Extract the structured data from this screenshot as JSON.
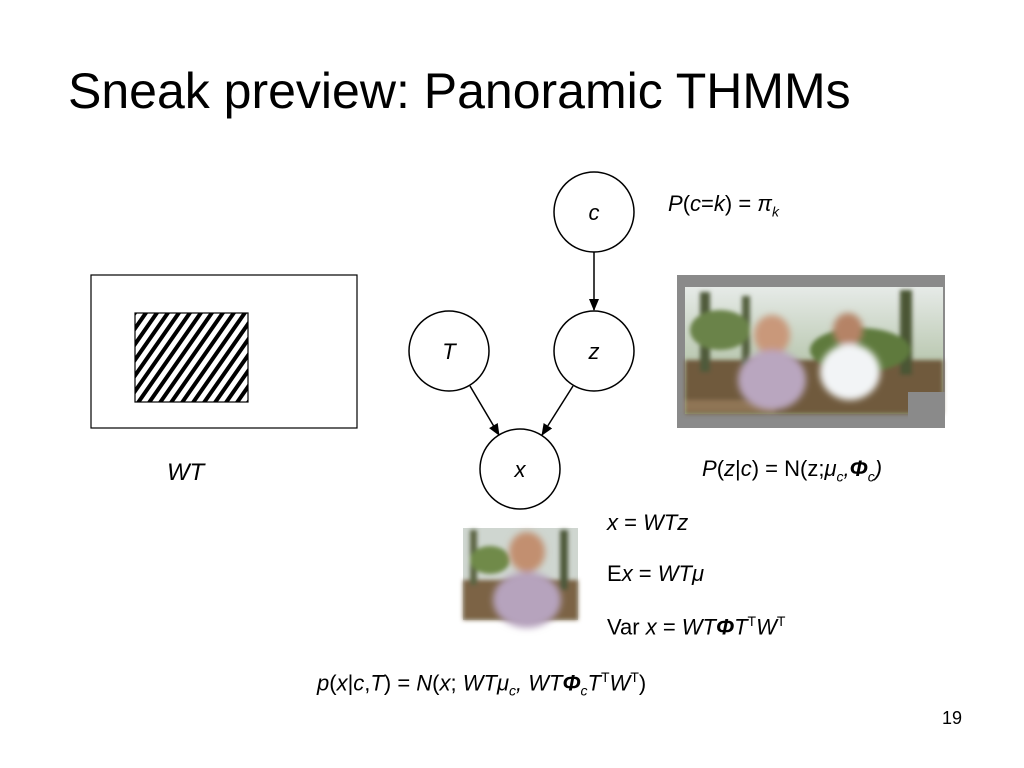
{
  "slide": {
    "title": "Sneak preview: Panoramic THMMs",
    "page_number": "19"
  },
  "diagram": {
    "nodes": [
      {
        "id": "c",
        "label": "c"
      },
      {
        "id": "T",
        "label": "T"
      },
      {
        "id": "z",
        "label": "z"
      },
      {
        "id": "x",
        "label": "x"
      }
    ],
    "edges": [
      {
        "from": "c",
        "to": "z"
      },
      {
        "from": "T",
        "to": "x"
      },
      {
        "from": "z",
        "to": "x"
      }
    ],
    "window_label": "WT"
  },
  "equations": {
    "prior_c": {
      "P": "P",
      "lp": "(",
      "c": "c",
      "eq": "=",
      "k": "k",
      "rp": ")",
      "assign": " = ",
      "pi": "π",
      "k_sub": "k"
    },
    "prior_z": {
      "P": "P",
      "lp": "(",
      "z": "z",
      "bar": "|",
      "c": "c",
      "rp": ")",
      "assign": " = ",
      "N": "N(z;",
      "mu": "μ",
      "c_sub1": "c",
      "comma": ",",
      "phi": "Φ",
      "c_sub2": "c",
      "close": ")"
    },
    "x_def": {
      "x": "x",
      "assign": " = ",
      "rhs": "WTz"
    },
    "ex_def": {
      "E": "E",
      "x": "x",
      "assign": " = ",
      "rhs": "WTμ"
    },
    "var_def": {
      "var": "Var ",
      "x": "x",
      "assign": " = ",
      "wt": "WT",
      "phi": "Φ",
      "t": "T",
      "sup1": "T",
      "w": "W",
      "sup2": "T"
    },
    "likelihood": {
      "p": "p",
      "lp": "(",
      "x": "x",
      "bar": "|",
      "c": "c",
      "comma": ",",
      "T": "T",
      "rp": ")",
      "assign": " = ",
      "N": "N",
      "lp2": "(",
      "x2": "x",
      "semi": "; ",
      "wtmu": "WTμ",
      "c_sub1": "c",
      "comma2": ", ",
      "wt": "WT",
      "phi": "Φ",
      "c_sub2": "c",
      "t": "T",
      "sup1": "T",
      "w": "W",
      "sup2": "T",
      "close": ")"
    }
  },
  "colors": {
    "stroke": "#000000",
    "panorama_border": "#8a8a8a"
  }
}
